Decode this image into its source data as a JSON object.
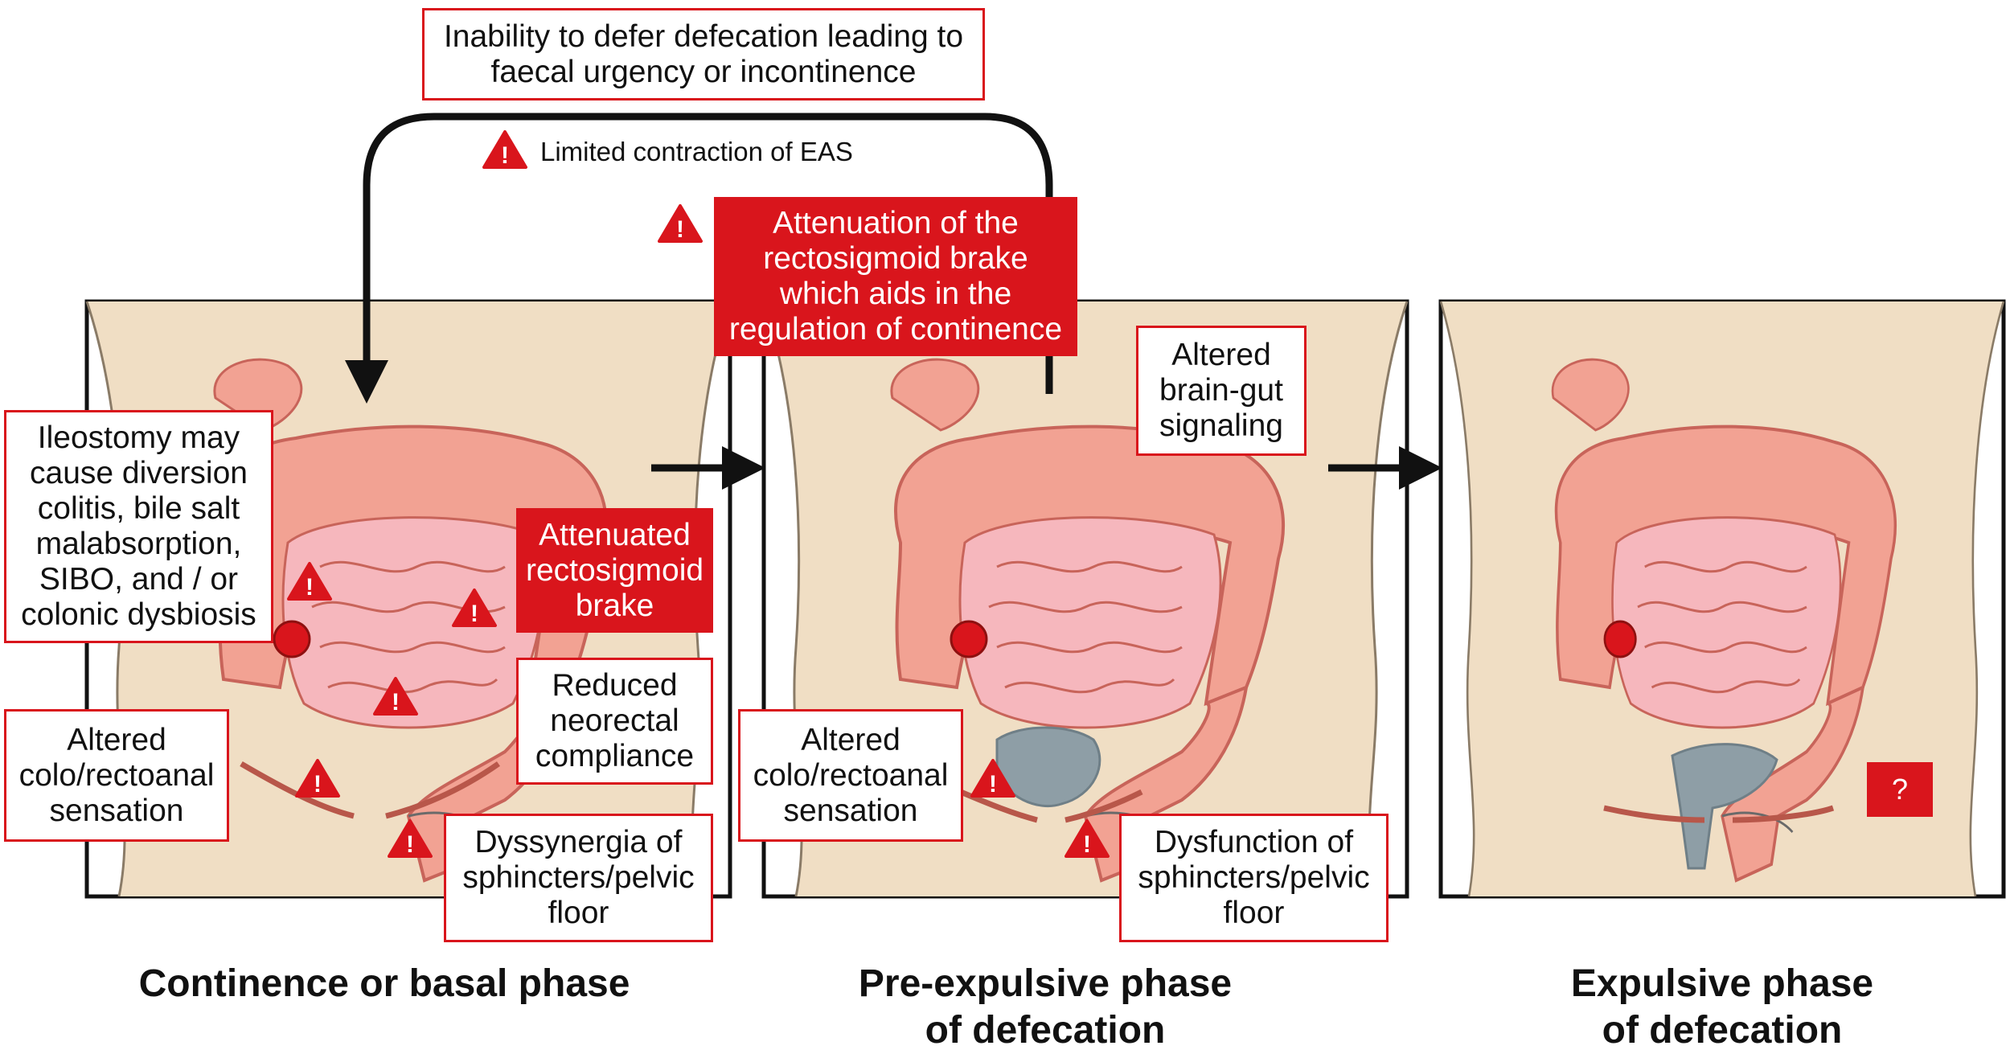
{
  "top_box": {
    "text": "Inability to defer defecation leading to\nfaecal urgency or incontinence"
  },
  "eas_note": {
    "text": "Limited contraction of EAS",
    "icon": "warning-icon"
  },
  "brake_box": {
    "text": "Attenuation of the\nrectosigmoid brake\nwhich aids in the\nregulation of continence",
    "icon": "warning-icon"
  },
  "panel1": {
    "phase_label": "Continence or basal phase",
    "ileostomy": "Ileostomy may\ncause diversion\ncolitis, bile salt\nmalabsorption,\nSIBO, and / or\ncolonic dysbiosis",
    "attenuated_brake": "Attenuated\nrectosigmoid\nbrake",
    "reduced_compliance": "Reduced\nneorectal\ncompliance",
    "altered_sensation": "Altered\ncolo/rectoanal\nsensation",
    "dyssynergia": "Dyssynergia of\nsphincters/pelvic\nfloor"
  },
  "panel2": {
    "phase_label": "Pre-expulsive phase\nof defecation",
    "brain_gut": "Altered\nbrain-gut\nsignaling",
    "altered_sensation": "Altered\ncolo/rectoanal\nsensation",
    "dysfunction": "Dysfunction of\nsphincters/pelvic\nfloor"
  },
  "panel3": {
    "phase_label": "Expulsive phase\nof defecation",
    "unknown": "?"
  },
  "colors": {
    "accent_red": "#d9151c",
    "skin": "#f0dec4",
    "colon": "#f2a293",
    "colon_outline": "#c8645a",
    "small_bowel": "#f6b7bd",
    "stool": "#8e9ea6",
    "pelvic_floor": "#b8574a"
  }
}
